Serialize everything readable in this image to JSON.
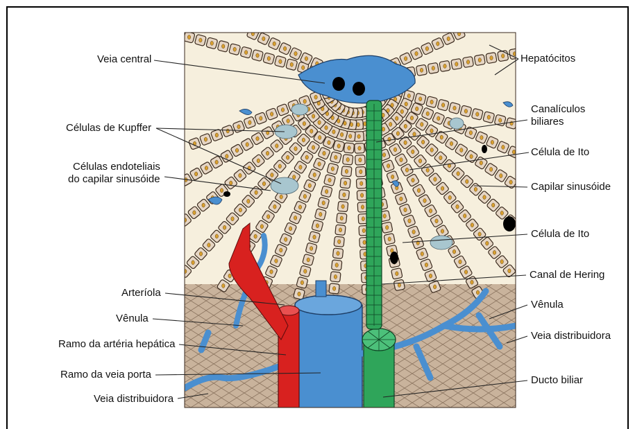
{
  "labels_left": {
    "veia_central": "Veia central",
    "celulas_kupffer": "Células de Kupffer",
    "celulas_endoteliais_l1": "Células endoteliais",
    "celulas_endoteliais_l2": "do capilar sinusóide",
    "arteriola": "Arteríola",
    "venula": "Vênula",
    "ramo_arteria_hepatica": "Ramo da artéria hepática",
    "ramo_veia_porta": "Ramo da veia porta",
    "veia_distribuidora": "Veia distribuidora"
  },
  "labels_right": {
    "hepatocitos": "Hepatócitos",
    "canaliculos_l1": "Canalículos",
    "canaliculos_l2": "biliares",
    "celula_ito_1": "Célula de Ito",
    "capilar_sinusoide": "Capilar sinusóide",
    "celula_ito_2": "Célula de Ito",
    "canal_hering": "Canal de Hering",
    "venula": "Vênula",
    "veia_distribuidora": "Veia distribuidora",
    "ducto_biliar": "Ducto biliar"
  },
  "colors": {
    "background_tissue": "#f6efdd",
    "hepatocyte": "#e6d6c4",
    "connective": "#c9b39c",
    "blue_vessel": "#4a8fd0",
    "green_duct": "#2fa55a",
    "red_artery": "#d8211f",
    "kupffer": "#a8c6cf"
  }
}
